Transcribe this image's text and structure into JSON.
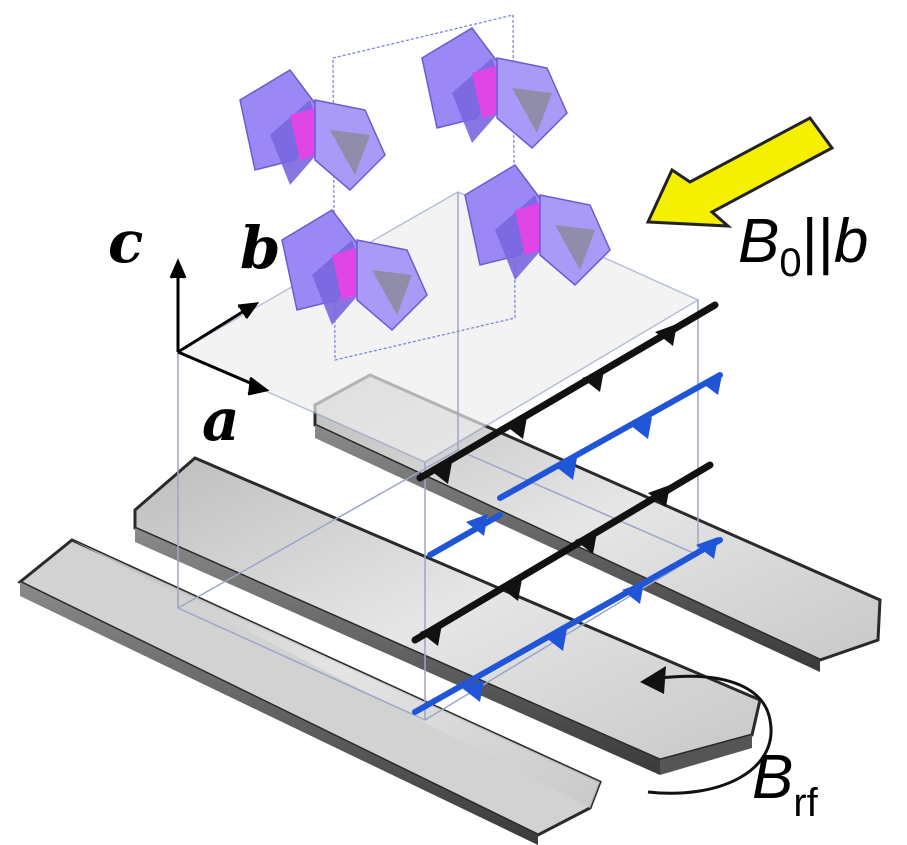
{
  "axes": {
    "c": "c",
    "b": "b",
    "a": "a"
  },
  "static_field": {
    "symbol": "B",
    "subscript": "0",
    "separator": "||",
    "direction": "b"
  },
  "rf_field": {
    "symbol": "B",
    "subscript": "rf"
  },
  "colors": {
    "polyhedron": "#8f7cf0",
    "core": "#e040e8",
    "spin_black": "#111111",
    "spin_blue": "#1f55d6",
    "arrow_yellow": "#f5f000",
    "strip_fill": "#d9d9d9",
    "box_edge": "#9aa6c8"
  },
  "icons": {
    "clusters": "molecular-cluster-icon",
    "static_field_arrow": "yellow-arrow-icon",
    "rf_field": "curved-arrow-icon",
    "spins": "spin-arrow-icon"
  }
}
